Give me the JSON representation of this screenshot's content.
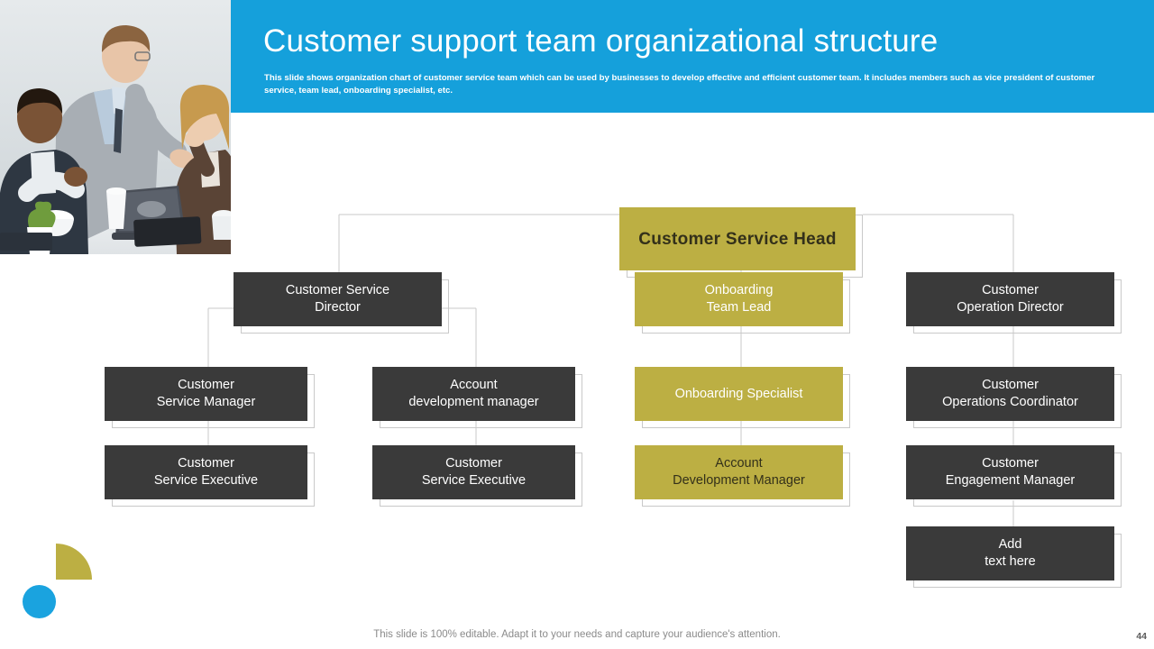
{
  "header": {
    "title": "Customer support team organizational structure",
    "subtitle": "This slide shows organization chart of customer service team which can be used by businesses to develop effective and efficient customer team. It includes members such as vice president of customer service, team lead, onboarding specialist, etc.",
    "band_color": "#15A0DB"
  },
  "photo": {
    "alt": "team-meeting-photo"
  },
  "decor": {
    "quarter_circle_color": "#BCAF43",
    "circle_color": "#1AA3DF"
  },
  "chart_data": {
    "type": "diagram",
    "title": "Customer support team organizational structure",
    "colors": {
      "dark": "#3a3a3a",
      "olive": "#BCAF43",
      "frame": "#c9c9c9"
    },
    "nodes": [
      {
        "id": "head",
        "line1": "Customer Service Head",
        "line2": "",
        "style": "olive-dark",
        "level": 0
      },
      {
        "id": "csd",
        "line1": "Customer Service",
        "line2": "Director",
        "style": "dark",
        "level": 1
      },
      {
        "id": "otl",
        "line1": "Onboarding",
        "line2": "Team Lead",
        "style": "olive",
        "level": 1
      },
      {
        "id": "cod",
        "line1": "Customer",
        "line2": "Operation Director",
        "style": "dark",
        "level": 1
      },
      {
        "id": "csm",
        "line1": "Customer",
        "line2": "Service Manager",
        "style": "dark",
        "level": 2
      },
      {
        "id": "adm",
        "line1": "Account",
        "line2": "development manager",
        "style": "dark",
        "level": 2
      },
      {
        "id": "os",
        "line1": "Onboarding Specialist",
        "line2": "",
        "style": "olive",
        "level": 2
      },
      {
        "id": "coc",
        "line1": "Customer",
        "line2": "Operations Coordinator",
        "style": "dark",
        "level": 2
      },
      {
        "id": "cse1",
        "line1": "Customer",
        "line2": "Service Executive",
        "style": "dark",
        "level": 3
      },
      {
        "id": "cse2",
        "line1": "Customer",
        "line2": "Service Executive",
        "style": "dark",
        "level": 3
      },
      {
        "id": "adm2",
        "line1": "Account",
        "line2": "Development Manager",
        "style": "olive-dark",
        "level": 3
      },
      {
        "id": "cem",
        "line1": "Customer",
        "line2": "Engagement Manager",
        "style": "dark",
        "level": 3
      },
      {
        "id": "add",
        "line1": "Add",
        "line2": "text here",
        "style": "dark",
        "level": 4
      }
    ],
    "edges": [
      {
        "from": "head",
        "to": "csd"
      },
      {
        "from": "head",
        "to": "otl"
      },
      {
        "from": "head",
        "to": "cod"
      },
      {
        "from": "csd",
        "to": "csm"
      },
      {
        "from": "csd",
        "to": "adm"
      },
      {
        "from": "otl",
        "to": "os"
      },
      {
        "from": "cod",
        "to": "coc"
      },
      {
        "from": "csm",
        "to": "cse1"
      },
      {
        "from": "adm",
        "to": "cse2"
      },
      {
        "from": "os",
        "to": "adm2"
      },
      {
        "from": "coc",
        "to": "cem"
      },
      {
        "from": "cem",
        "to": "add"
      }
    ]
  },
  "footer": {
    "note": "This slide is 100% editable. Adapt it to your needs and capture your audience's attention.",
    "page_number": "44"
  }
}
